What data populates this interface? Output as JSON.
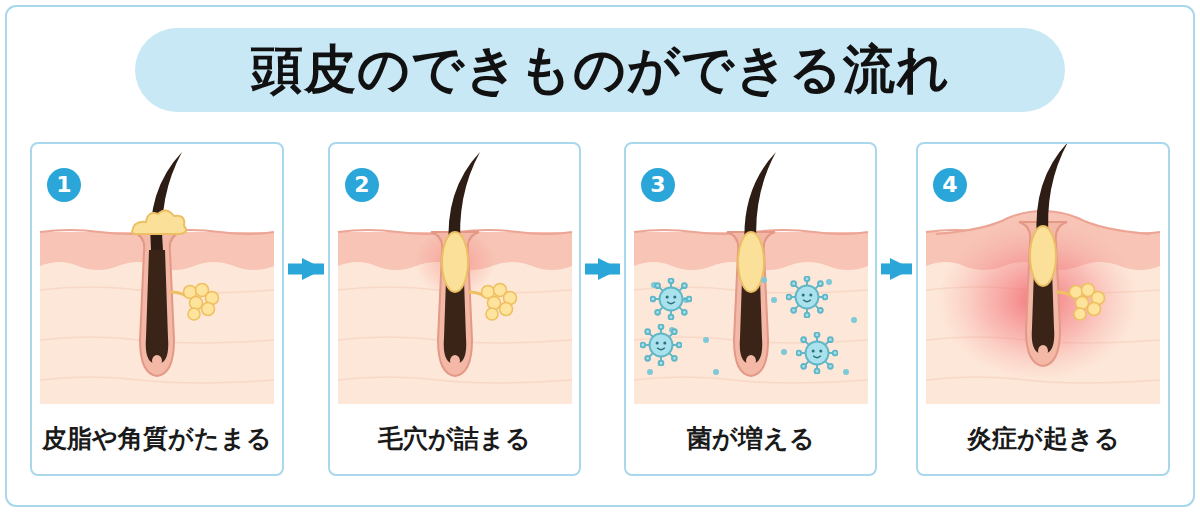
{
  "diagram": {
    "title": "頭皮のできものができる流れ",
    "nodes": [
      {
        "text": [
          "皮脂や角質がたまる"
        ]
      },
      {
        "text": [
          "1"
        ],
        "in": 0
      },
      {
        "text": [
          "毛穴が詰まる"
        ]
      },
      {
        "text": [
          "2"
        ],
        "in": 2
      },
      {
        "text": [
          "菌が増える"
        ]
      },
      {
        "text": [
          "3"
        ],
        "in": 4
      },
      {
        "text": [
          "炎症が起きる"
        ]
      },
      {
        "text": [
          "4"
        ],
        "in": 6
      }
    ],
    "edges": [
      {
        "from": 0,
        "to": 2,
        "arrow": "to"
      },
      {
        "from": 2,
        "to": 4,
        "arrow": "to"
      },
      {
        "from": 4,
        "to": 6,
        "arrow": "to"
      }
    ]
  }
}
